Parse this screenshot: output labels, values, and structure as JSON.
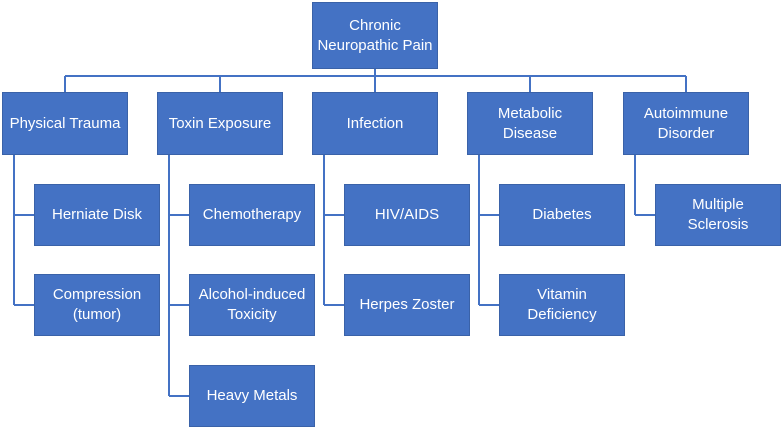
{
  "colors": {
    "box_fill": "#4472c4",
    "box_border": "#3a62a8",
    "connector": "#4472c4",
    "text": "#ffffff",
    "background": "#ffffff"
  },
  "root": {
    "label": "Chronic Neuropathic Pain"
  },
  "categories": [
    {
      "id": "physical-trauma",
      "label": "Physical Trauma",
      "children": [
        {
          "id": "herniate-disk",
          "label": "Herniate Disk"
        },
        {
          "id": "compression-tumor",
          "label": "Compression (tumor)"
        }
      ]
    },
    {
      "id": "toxin-exposure",
      "label": "Toxin Exposure",
      "children": [
        {
          "id": "chemotherapy",
          "label": "Chemotherapy"
        },
        {
          "id": "alcohol-induced-toxicity",
          "label": "Alcohol-induced Toxicity"
        },
        {
          "id": "heavy-metals",
          "label": "Heavy Metals"
        }
      ]
    },
    {
      "id": "infection",
      "label": "Infection",
      "children": [
        {
          "id": "hiv-aids",
          "label": "HIV/AIDS"
        },
        {
          "id": "herpes-zoster",
          "label": "Herpes Zoster"
        }
      ]
    },
    {
      "id": "metabolic-disease",
      "label": "Metabolic Disease",
      "children": [
        {
          "id": "diabetes",
          "label": "Diabetes"
        },
        {
          "id": "vitamin-deficiency",
          "label": "Vitamin Deficiency"
        }
      ]
    },
    {
      "id": "autoimmune-disorder",
      "label": "Autoimmune Disorder",
      "children": [
        {
          "id": "multiple-sclerosis",
          "label": "Multiple Sclerosis"
        }
      ]
    }
  ]
}
